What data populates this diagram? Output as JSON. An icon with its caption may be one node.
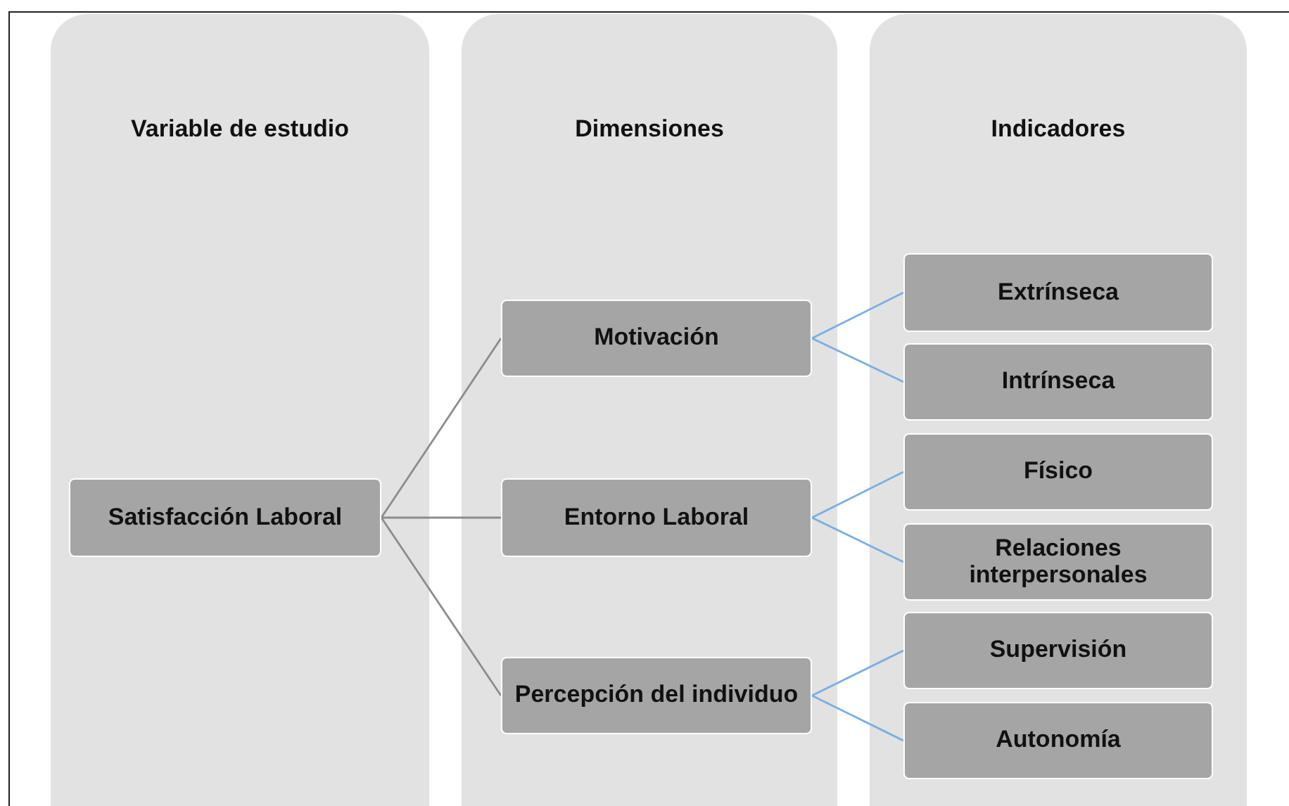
{
  "diagram": {
    "nodes": [
      {
        "text": [
          "Variable de estudio"
        ]
      },
      {
        "text": [
          "Dimensiones"
        ]
      },
      {
        "text": [
          "Indicadores"
        ]
      },
      {
        "text": [
          "Satisfacción Laboral"
        ],
        "in": 0
      },
      {
        "text": [
          "Motivación"
        ],
        "in": 1
      },
      {
        "text": [
          "Entorno Laboral"
        ],
        "in": 1
      },
      {
        "text": [
          "Percepción del individuo"
        ],
        "in": 1
      },
      {
        "text": [
          "Extrínseca"
        ],
        "in": 2
      },
      {
        "text": [
          "Intrínseca"
        ],
        "in": 2
      },
      {
        "text": [
          "Físico"
        ],
        "in": 2
      },
      {
        "text": [
          "Relaciones interpersonales"
        ],
        "in": 2
      },
      {
        "text": [
          "Supervisión"
        ],
        "in": 2
      },
      {
        "text": [
          "Autonomía"
        ],
        "in": 2
      }
    ],
    "edges": [
      {
        "from": 3,
        "to": 4,
        "arrow": "none",
        "color": "#8c8c8c"
      },
      {
        "from": 3,
        "to": 5,
        "arrow": "none",
        "color": "#8c8c8c"
      },
      {
        "from": 3,
        "to": 6,
        "arrow": "none",
        "color": "#8c8c8c"
      },
      {
        "from": 4,
        "to": 7,
        "arrow": "none"
      },
      {
        "from": 4,
        "to": 8,
        "arrow": "none"
      },
      {
        "from": 5,
        "to": 9,
        "arrow": "none"
      },
      {
        "from": 5,
        "to": 10,
        "arrow": "none"
      },
      {
        "from": 6,
        "to": 11,
        "arrow": "none"
      },
      {
        "from": 6,
        "to": 12,
        "arrow": "none"
      }
    ]
  }
}
